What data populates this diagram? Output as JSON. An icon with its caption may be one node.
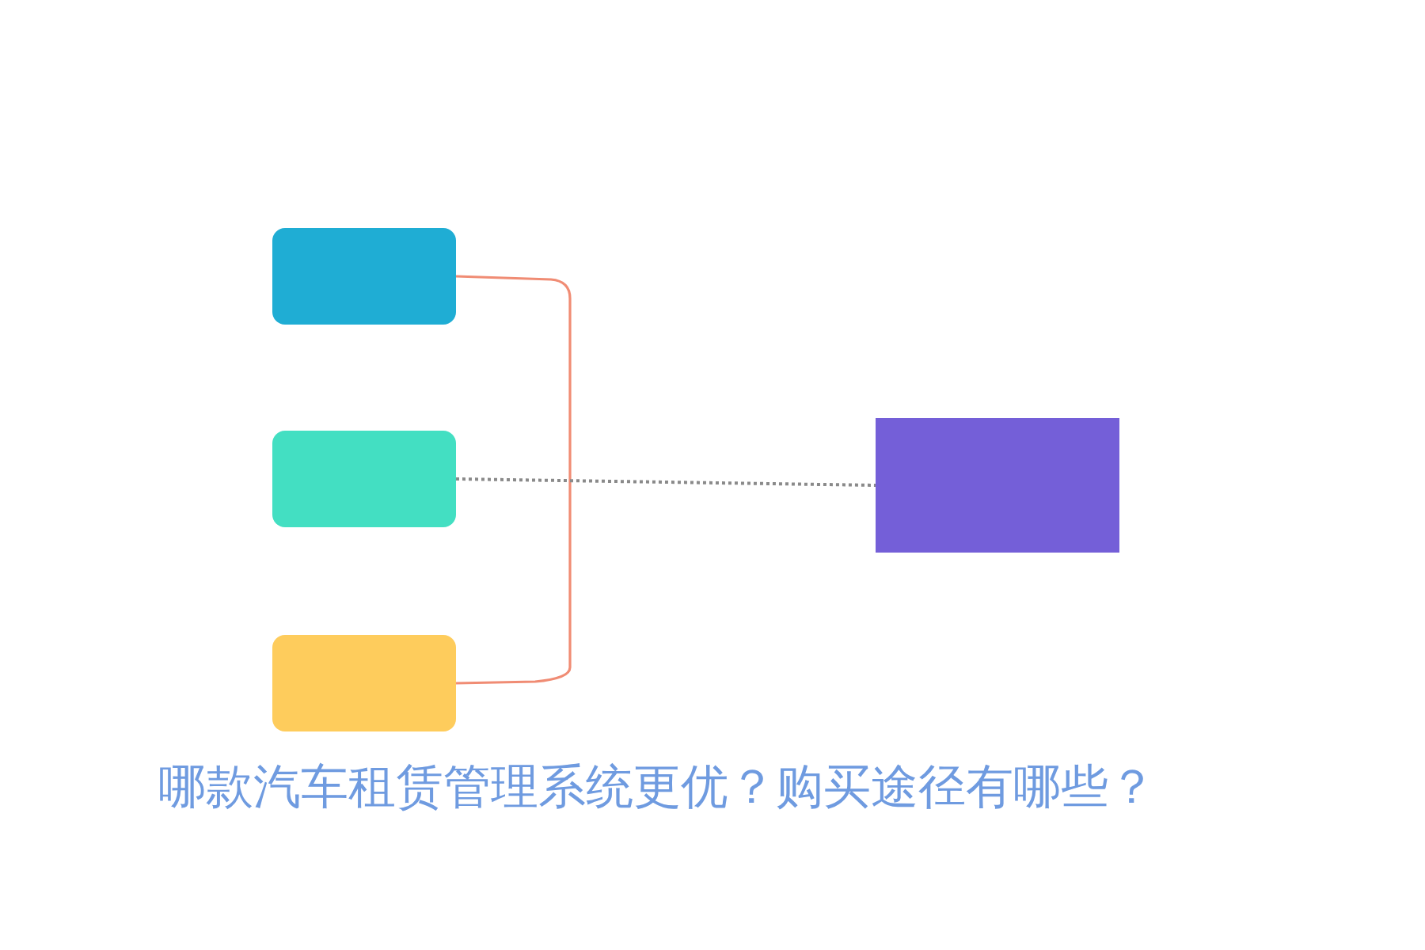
{
  "diagram": {
    "title": "哪款汽车租赁管理系统更优？购买途径有哪些？",
    "nodes": [
      {
        "text": [],
        "shape": "box"
      },
      {
        "text": [],
        "shape": "box"
      },
      {
        "text": [],
        "shape": "box"
      },
      {
        "text": [],
        "shape": "box"
      }
    ],
    "edges": [
      {
        "from": 0,
        "to": 2,
        "arrow": "none",
        "color": "#f08c74"
      },
      {
        "from": 1,
        "to": 3,
        "arrow": "none",
        "style": "dashed",
        "color": "#8a8a8a"
      }
    ]
  }
}
